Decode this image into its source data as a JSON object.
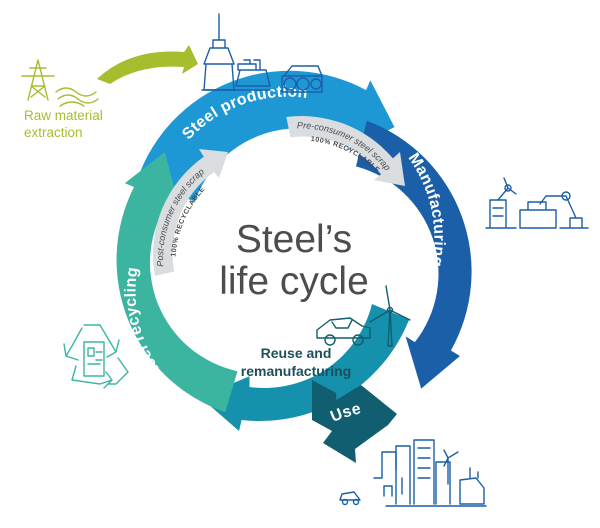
{
  "title": {
    "line1": "Steel’s",
    "line2": "life cycle"
  },
  "stages": {
    "steel_production": "Steel production",
    "manufacturing": "Manufacturing",
    "use": "Use",
    "steel_recycling": "Steel recycling"
  },
  "scrap": {
    "pre_consumer": "Pre-consumer steel scrap",
    "pre_consumer_sub": "100% RECYCLABLE",
    "post_consumer": "Post-consumer steel scrap",
    "post_consumer_sub": "100% RECYCLABLE"
  },
  "reuse": {
    "line1": "Reuse and",
    "line2": "remanufacturing"
  },
  "raw_material": {
    "line1": "Raw material",
    "line2": "extraction"
  },
  "colors": {
    "production": "#1e98d4",
    "manufacturing": "#1b5fa8",
    "use_light": "#1591ad",
    "use_dark": "#115e70",
    "recycling": "#3cb5a0",
    "raw_material": "#a6bd2e",
    "title": "#4d4d4d",
    "scrap_arrow": "#d9dde0"
  },
  "icons": [
    "power-pylon-icon",
    "steel-plant-icon",
    "steel-coils-icon",
    "robot-arm-icon",
    "recycling-symbol-icon",
    "car-icon",
    "wind-turbine-icon",
    "city-skyline-icon"
  ]
}
